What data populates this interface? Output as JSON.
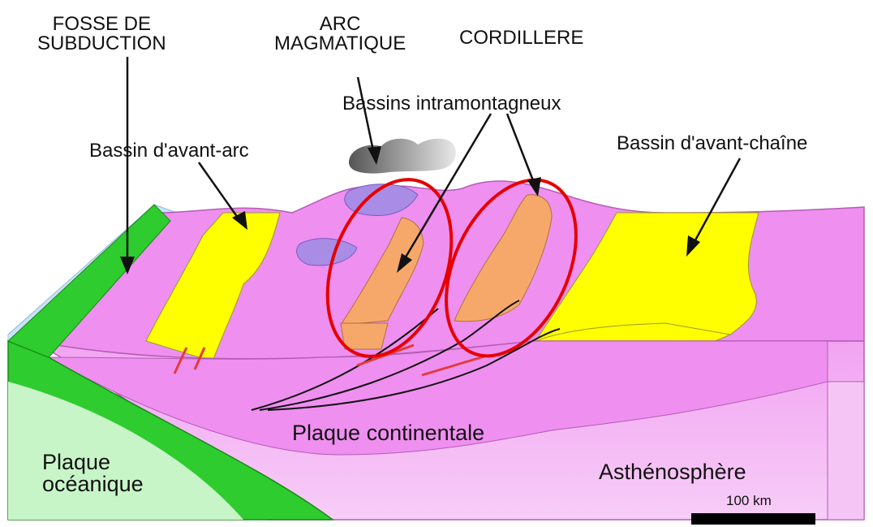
{
  "labels": {
    "fosse_line1": "FOSSE DE",
    "fosse_line2": "SUBDUCTION",
    "arc_line1": "ARC",
    "arc_line2": "MAGMATIQUE",
    "cordillere": "CORDILLERE",
    "bassins_intramontagneux": "Bassins intramontagneux",
    "bassin_avant_arc": "Bassin d'avant-arc",
    "bassin_avant_chaine": "Bassin d'avant-chaîne",
    "plaque_continentale": "Plaque continentale",
    "plaque_oceanique_line1": "Plaque",
    "plaque_oceanique_line2": "océanique",
    "asthenosphere": "Asthénosphère",
    "scale": "100 km"
  },
  "colors": {
    "continental_plate": "#ef8ff0",
    "continental_dark": "#d96fd9",
    "asthenosphere": "#f5c6f5",
    "oceanic_plate": "#2ecc2e",
    "oceanic_light": "#c8f5c8",
    "sea": "#c9e4f7",
    "sediment_yellow": "#ffff00",
    "intramontane_orange": "#f6a86a",
    "volcanic_purple": "#a98ce6",
    "highlight_red": "#e60000",
    "fault_red": "#e23b3b",
    "arrow": "#000000"
  }
}
